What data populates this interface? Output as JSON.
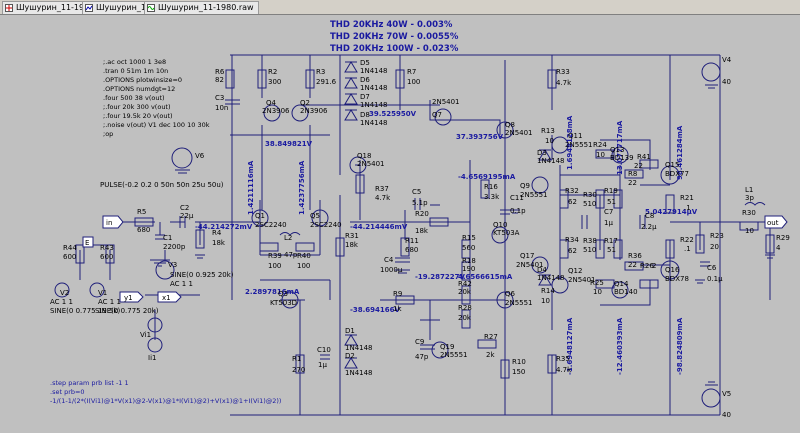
{
  "tabs": [
    {
      "label": "Шушурин_11-1980.asc",
      "icon": "schematic-icon"
    },
    {
      "label": "Шушурин_11-1980.fft",
      "icon": "fft-icon"
    },
    {
      "label": "Шушурин_11-1980.raw",
      "icon": "waveform-icon"
    }
  ],
  "thd": [
    "THD 20KHz  40W - 0.003%",
    "THD 20KHz  70W - 0.0055%",
    "THD 20KHz 100W - 0.023%"
  ],
  "directives": [
    ";.ac oct 1000 1 3e8",
    ".tran 0 51m 1m 10n",
    ".OPTIONS plotwinsize=0",
    ".OPTIONS numdgt=12",
    ".four 500 38 v(out)",
    ";.four 20k 300 v(out)",
    ";.four 19.5k 20 v(out)",
    ";.noise v(out) V1 dec 100 10 30k",
    ";op"
  ],
  "step_directives": [
    ".step param prb list -1 1",
    ".set prb=0",
    "-1/(1-1/(2*(I(Vi1)@1*V(x1)@2-V(x1)@1*I(Vi1)@2)+V(x1)@1+I(Vi1)@2))"
  ],
  "op_points": {
    "node_left_top": "38.849821V",
    "q4_base": "39.525950V",
    "q7_emitter": "37.393756V",
    "r42_current": "1.4211116mA",
    "q18_current": "1.4237756mA",
    "c2_node": "-44.214272mV",
    "input_node": "-44.214446mV",
    "d3_current": "-4.6569195mA",
    "d4_current": "4.6566615mA",
    "r18_node": "-19.287227V",
    "q3_current": "2.2897816mA",
    "q1_node": "-38.694166V",
    "r33_current": "1.6948128mA",
    "r13_current": "13.077717mA",
    "r31_current": "98.461284mA",
    "r35_current": "-1.6948127mA",
    "r25_current": "-12.460393mA",
    "r21_current": "-98.824809mA",
    "out_node": "5.0427914µV"
  },
  "components": {
    "R2": [
      "R2",
      "300"
    ],
    "R3": [
      "R3",
      "291.6"
    ],
    "R6": [
      "R6",
      "82"
    ],
    "C3": [
      "C3",
      "10n"
    ],
    "D5": [
      "D5",
      "1N4148"
    ],
    "D6": [
      "D6",
      "1N4148"
    ],
    "D7": [
      "D7",
      "1N4148"
    ],
    "D8": [
      "D8",
      "1N4148"
    ],
    "R7": [
      "R7",
      "100"
    ],
    "Q4": [
      "Q4",
      "2N3906"
    ],
    "Q2": [
      "Q2",
      "2N3906"
    ],
    "Q7": [
      "Q7",
      "2N5401"
    ],
    "Q8": [
      "Q8",
      "2N5401"
    ],
    "Q18": [
      "Q18",
      "2N5401"
    ],
    "R37": [
      "R37",
      "4.7k"
    ],
    "V6": [
      "V6",
      ""
    ],
    "PULSE": [
      "PULSE(-0.2 0.2 0 50n 50n 25u 50u)",
      ""
    ],
    "R5": [
      "R5",
      "680"
    ],
    "C2": [
      "C2",
      "22µ"
    ],
    "C1": [
      "C1",
      "2200p"
    ],
    "R4": [
      "R4",
      "18k"
    ],
    "Q1": [
      "Q1",
      "2SC2240"
    ],
    "Q5": [
      "Q5",
      "2SC2240"
    ],
    "L2": [
      "L2",
      "47p"
    ],
    "R39": [
      "R39",
      "100"
    ],
    "R40": [
      "R40",
      "100"
    ],
    "C5": [
      "C5",
      "5.1p"
    ],
    "R20": [
      "R20",
      "18k"
    ],
    "R11": [
      "R11",
      "680"
    ],
    "C4": [
      "C4",
      "1000µ"
    ],
    "R16": [
      "R16",
      "3.3k"
    ],
    "C11": [
      "C11",
      "0.1p"
    ],
    "R15": [
      "R15",
      "560"
    ],
    "Q10": [
      "Q10",
      "KT503A"
    ],
    "R18": [
      "R18",
      "190"
    ],
    "R31": [
      "R31",
      "18k"
    ],
    "R42": [
      "R42",
      "20k"
    ],
    "R28": [
      "R28",
      "20k"
    ],
    "Q3": [
      "Q3",
      "KT503D"
    ],
    "R1": [
      "R1",
      "270"
    ],
    "C10": [
      "C10",
      "1µ"
    ],
    "D1": [
      "D1",
      "1N4148"
    ],
    "D2": [
      "D2",
      "1N4148"
    ],
    "R9": [
      "R9",
      "1k"
    ],
    "C9": [
      "C9",
      "47p"
    ],
    "Q19": [
      "Q19",
      "2N5551"
    ],
    "R27": [
      "R27",
      "2k"
    ],
    "Q6": [
      "Q6",
      "2N5551"
    ],
    "R10": [
      "R10",
      "150"
    ],
    "R33": [
      "R33",
      "4.7k"
    ],
    "R35": [
      "R35",
      "4.7k"
    ],
    "Q11": [
      "Q11",
      "2N5551"
    ],
    "Q12": [
      "Q12",
      "2N5401"
    ],
    "Q13": [
      "Q13",
      "BD139"
    ],
    "Q14": [
      "Q14",
      "BD140"
    ],
    "D3": [
      "D3",
      "1N4148"
    ],
    "D4": [
      "D4",
      "1N4148"
    ],
    "Q9": [
      "Q9",
      "2N5551"
    ],
    "Q17": [
      "Q17",
      "2N5401"
    ],
    "R13": [
      "R13",
      "10"
    ],
    "R14": [
      "R14",
      "10"
    ],
    "R24": [
      "R24",
      "10"
    ],
    "R25": [
      "R25",
      "10"
    ],
    "R32": [
      "R32",
      "62"
    ],
    "R34": [
      "R34",
      "62"
    ],
    "R19": [
      "R19",
      "51"
    ],
    "R17": [
      "R17",
      "51"
    ],
    "R30": [
      "R30",
      "510"
    ],
    "R38": [
      "R38",
      "510"
    ],
    "C7": [
      "C7",
      "1µ"
    ],
    "R41": [
      "R41",
      "22"
    ],
    "R36": [
      "R36",
      "22"
    ],
    "R8": [
      "R8",
      "22"
    ],
    "R26": [
      "R26",
      "2"
    ],
    "Q15": [
      "Q15",
      "BDX77"
    ],
    "Q16": [
      "Q16",
      "BDX78"
    ],
    "C8": [
      "C8",
      "2.2µ"
    ],
    "R21": [
      "R21",
      ".1"
    ],
    "R22": [
      "R22",
      ".1"
    ],
    "R23": [
      "R23",
      "20"
    ],
    "C6": [
      "C6",
      "0.1µ"
    ],
    "L1": [
      "L1",
      "3p"
    ],
    "R30b": [
      "R30",
      "10"
    ],
    "R29": [
      "R29",
      "4"
    ],
    "V4": [
      "V4",
      "40"
    ],
    "V5": [
      "V5",
      "40"
    ],
    "R44": [
      "R44",
      "600"
    ],
    "R43": [
      "R43",
      "600"
    ],
    "V2": [
      "V2",
      "AC 1 1"
    ],
    "V2s": [
      "SINE(0 0.775 19.5k)",
      ""
    ],
    "V1": [
      "V1",
      "AC 1 1"
    ],
    "V1s": [
      "SINE(0 0.775 20k)",
      ""
    ],
    "V3": [
      "V3",
      ""
    ],
    "V3s": [
      "SINE(0 0.925 20k)",
      "AC 1 1"
    ],
    "Vi1": [
      "Vi1",
      ""
    ],
    "Ii1": [
      "Ii1",
      ""
    ]
  },
  "ports": {
    "in": "in",
    "out": "out",
    "y1": "y1",
    "x1": "x1",
    "e": "E"
  },
  "colors": {
    "background": "#c0c0c0",
    "wire": "#1f1f7a",
    "text": "#000000",
    "annotation": "#1a1aa0"
  }
}
